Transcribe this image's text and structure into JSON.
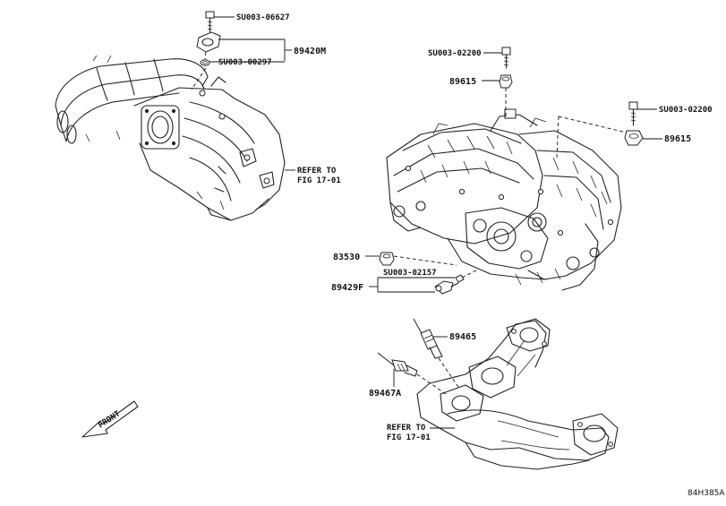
{
  "labels": {
    "bolt_top": "SU003-06627",
    "oring": "SU003-00297",
    "map_sensor": "89420M",
    "bolt_right_upper": "SU003-02200",
    "knock_sensor_left": "89615",
    "bolt_right_mid": "SU003-02200",
    "knock_sensor_right": "89615",
    "refer_intake_line1": "REFER TO",
    "refer_intake_line2": "FIG 17-01",
    "plug": "83530",
    "coolant_sensor_group": "89429F",
    "coolant_sensor_part": "SU003-02157",
    "o2_sensor_upper": "89465",
    "o2_sensor_lower": "89467A",
    "refer_exhaust_line1": "REFER TO",
    "refer_exhaust_line2": "FIG 17-01",
    "front": "FRONT",
    "diagram_code": "84H385A"
  }
}
